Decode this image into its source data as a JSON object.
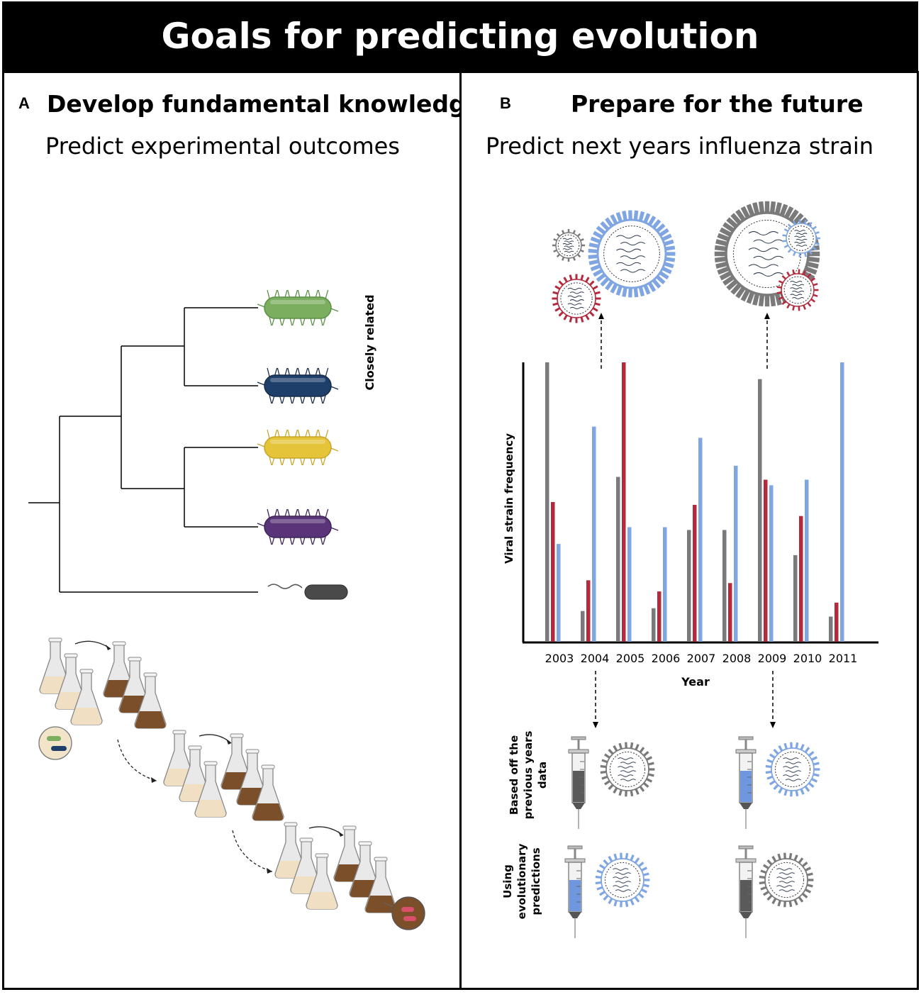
{
  "figure": {
    "title": "Goals for predicting evolution"
  },
  "panel_a": {
    "letter": "A",
    "heading": "Develop fundamental knowledge",
    "subheading": "Predict experimental outcomes",
    "tree": {
      "label": "Closely related",
      "bacteria": [
        {
          "name": "green-bacterium",
          "color": "#7cae5f",
          "spike": "#5a8f45"
        },
        {
          "name": "navy-bacterium",
          "color": "#1f3f6b",
          "spike": "#172c4a"
        },
        {
          "name": "yellow-bacterium",
          "color": "#e5c43a",
          "spike": "#c6a52a"
        },
        {
          "name": "purple-bacterium",
          "color": "#5a3479",
          "spike": "#3f2357"
        },
        {
          "name": "gray-bacterium",
          "color": "#4a4a4a",
          "spike": "#333333"
        }
      ]
    },
    "culture_colors": {
      "light_medium": "#f1dfc4",
      "dark_medium": "#7a4f2a",
      "flask": "#e9e9e9"
    }
  },
  "panel_b": {
    "letter": "B",
    "heading": "Prepare for the future",
    "subheading": "Predict next years influenza strain",
    "strain_colors": {
      "gray": "#7a7a7a",
      "red": "#b22a3c",
      "blue": "#7fa6e2"
    },
    "chart_data": {
      "type": "bar",
      "categories": [
        "2003",
        "2004",
        "2005",
        "2006",
        "2007",
        "2008",
        "2009",
        "2010",
        "2011"
      ],
      "series": [
        {
          "values": [
            100,
            11,
            59,
            12,
            40,
            40,
            94,
            31,
            9
          ]
        },
        {
          "values": [
            50,
            22,
            100,
            18,
            49,
            21,
            58,
            45,
            14
          ]
        },
        {
          "values": [
            35,
            77,
            41,
            41,
            73,
            63,
            56,
            58,
            100
          ]
        }
      ],
      "xlabel": "Year",
      "ylabel": "Viral strain frequency",
      "ylim": [
        0,
        100
      ],
      "grid": false
    },
    "vaccine_rows": [
      {
        "label_lines": [
          "Based off the",
          "previous years",
          "data"
        ]
      },
      {
        "label_lines": [
          "Using",
          "evolutionary",
          "predictions"
        ]
      }
    ]
  }
}
